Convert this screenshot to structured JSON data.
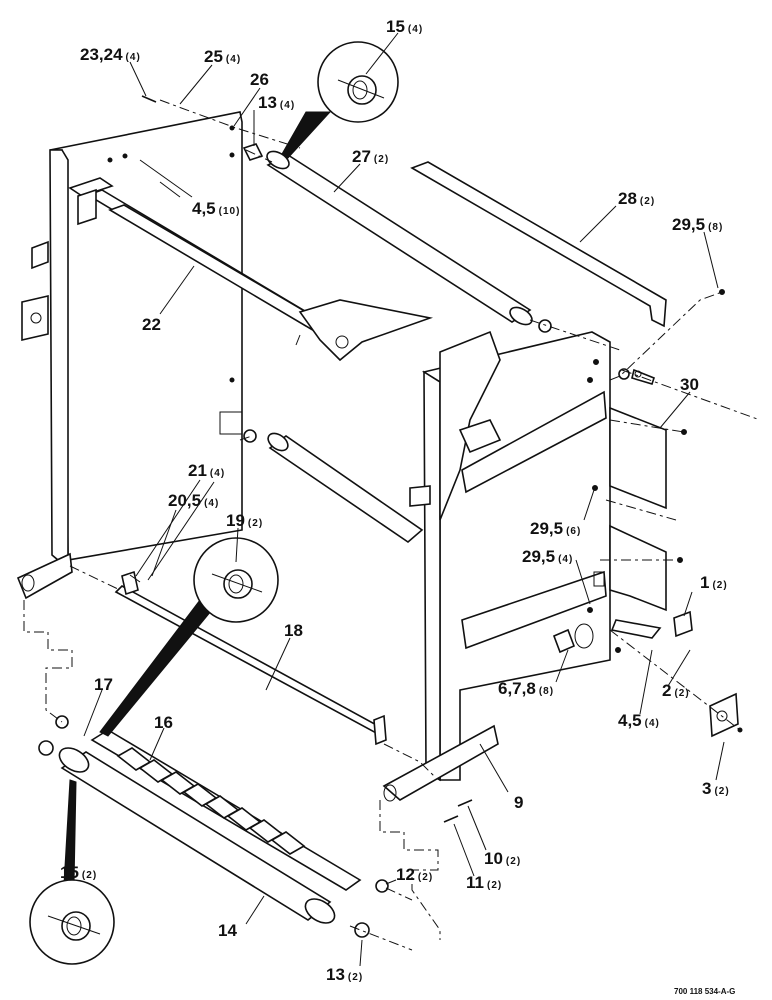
{
  "callouts": [
    {
      "id": "c15top",
      "num": "15",
      "qty": "(4)"
    },
    {
      "id": "c2324",
      "num": "23,24",
      "qty": "(4)"
    },
    {
      "id": "c25",
      "num": "25",
      "qty": "(4)"
    },
    {
      "id": "c26",
      "num": "26",
      "qty": ""
    },
    {
      "id": "c13top",
      "num": "13",
      "qty": "(4)"
    },
    {
      "id": "c27",
      "num": "27",
      "qty": "(2)"
    },
    {
      "id": "c45top",
      "num": "4,5",
      "qty": "(10)"
    },
    {
      "id": "c28",
      "num": "28",
      "qty": "(2)"
    },
    {
      "id": "c295a",
      "num": "29,5",
      "qty": "(8)"
    },
    {
      "id": "c22",
      "num": "22",
      "qty": ""
    },
    {
      "id": "c30",
      "num": "30",
      "qty": ""
    },
    {
      "id": "c21",
      "num": "21",
      "qty": "(4)"
    },
    {
      "id": "c205",
      "num": "20,5",
      "qty": "(4)"
    },
    {
      "id": "c19",
      "num": "19",
      "qty": "(2)"
    },
    {
      "id": "c295b",
      "num": "29,5",
      "qty": "(6)"
    },
    {
      "id": "c295c",
      "num": "29,5",
      "qty": "(4)"
    },
    {
      "id": "c1",
      "num": "1",
      "qty": "(2)"
    },
    {
      "id": "c18",
      "num": "18",
      "qty": ""
    },
    {
      "id": "c678",
      "num": "6,7,8",
      "qty": "(8)"
    },
    {
      "id": "c2",
      "num": "2",
      "qty": "(2)"
    },
    {
      "id": "c17",
      "num": "17",
      "qty": ""
    },
    {
      "id": "c16",
      "num": "16",
      "qty": ""
    },
    {
      "id": "c45bot",
      "num": "4,5",
      "qty": "(4)"
    },
    {
      "id": "c9",
      "num": "9",
      "qty": ""
    },
    {
      "id": "c3",
      "num": "3",
      "qty": "(2)"
    },
    {
      "id": "c10",
      "num": "10",
      "qty": "(2)"
    },
    {
      "id": "c11",
      "num": "11",
      "qty": "(2)"
    },
    {
      "id": "c15bot",
      "num": "15",
      "qty": "(2)"
    },
    {
      "id": "c12",
      "num": "12",
      "qty": "(2)"
    },
    {
      "id": "c14",
      "num": "14",
      "qty": ""
    },
    {
      "id": "c13bot",
      "num": "13",
      "qty": "(2)"
    }
  ],
  "drawing_code": "700 118 534-A-G"
}
